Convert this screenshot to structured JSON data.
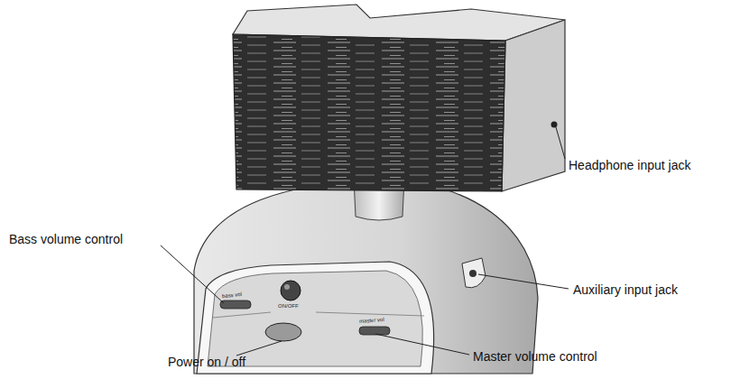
{
  "diagram": {
    "labels": [
      "Headphone input jack",
      "Bass volume control",
      "Auxiliary input jack",
      "Power on / off",
      "Master volume control",
      "bass vol",
      "ON/OFF",
      "master vol"
    ]
  }
}
